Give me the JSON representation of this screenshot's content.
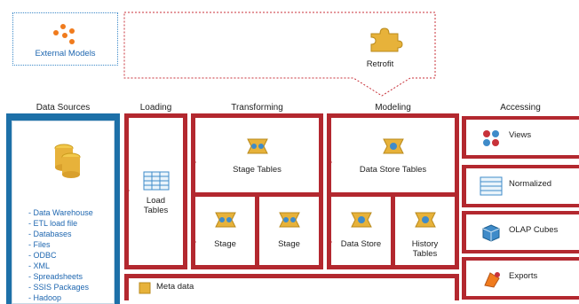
{
  "external_models": {
    "label": "External Models"
  },
  "retrofit": {
    "label": "Retrofit"
  },
  "headers": {
    "data_sources": "Data Sources",
    "loading": "Loading",
    "transforming": "Transforming",
    "modeling": "Modeling",
    "accessing": "Accessing"
  },
  "data_sources": {
    "items": [
      "- Data Warehouse",
      "- ETL load file",
      "- Databases",
      "- Files",
      "- ODBC",
      "- XML",
      "- Spreadsheets",
      "- SSIS Packages",
      "- Hadoop"
    ]
  },
  "loading": {
    "label_line1": "Load",
    "label_line2": "Tables"
  },
  "transforming": {
    "stage_tables": "Stage Tables",
    "stage_a": "Stage",
    "stage_b": "Stage"
  },
  "modeling": {
    "data_store_tables": "Data Store Tables",
    "data_store": "Data Store",
    "history_line1": "History",
    "history_line2": "Tables"
  },
  "accessing": {
    "views": "Views",
    "normalized": "Normalized",
    "olap": "OLAP Cubes",
    "exports": "Exports"
  },
  "meta": {
    "label": "Meta data"
  },
  "colors": {
    "red": "#b3282f",
    "blue": "#1d70a8",
    "gold": "#e7b23a",
    "orange": "#f07b1d"
  }
}
